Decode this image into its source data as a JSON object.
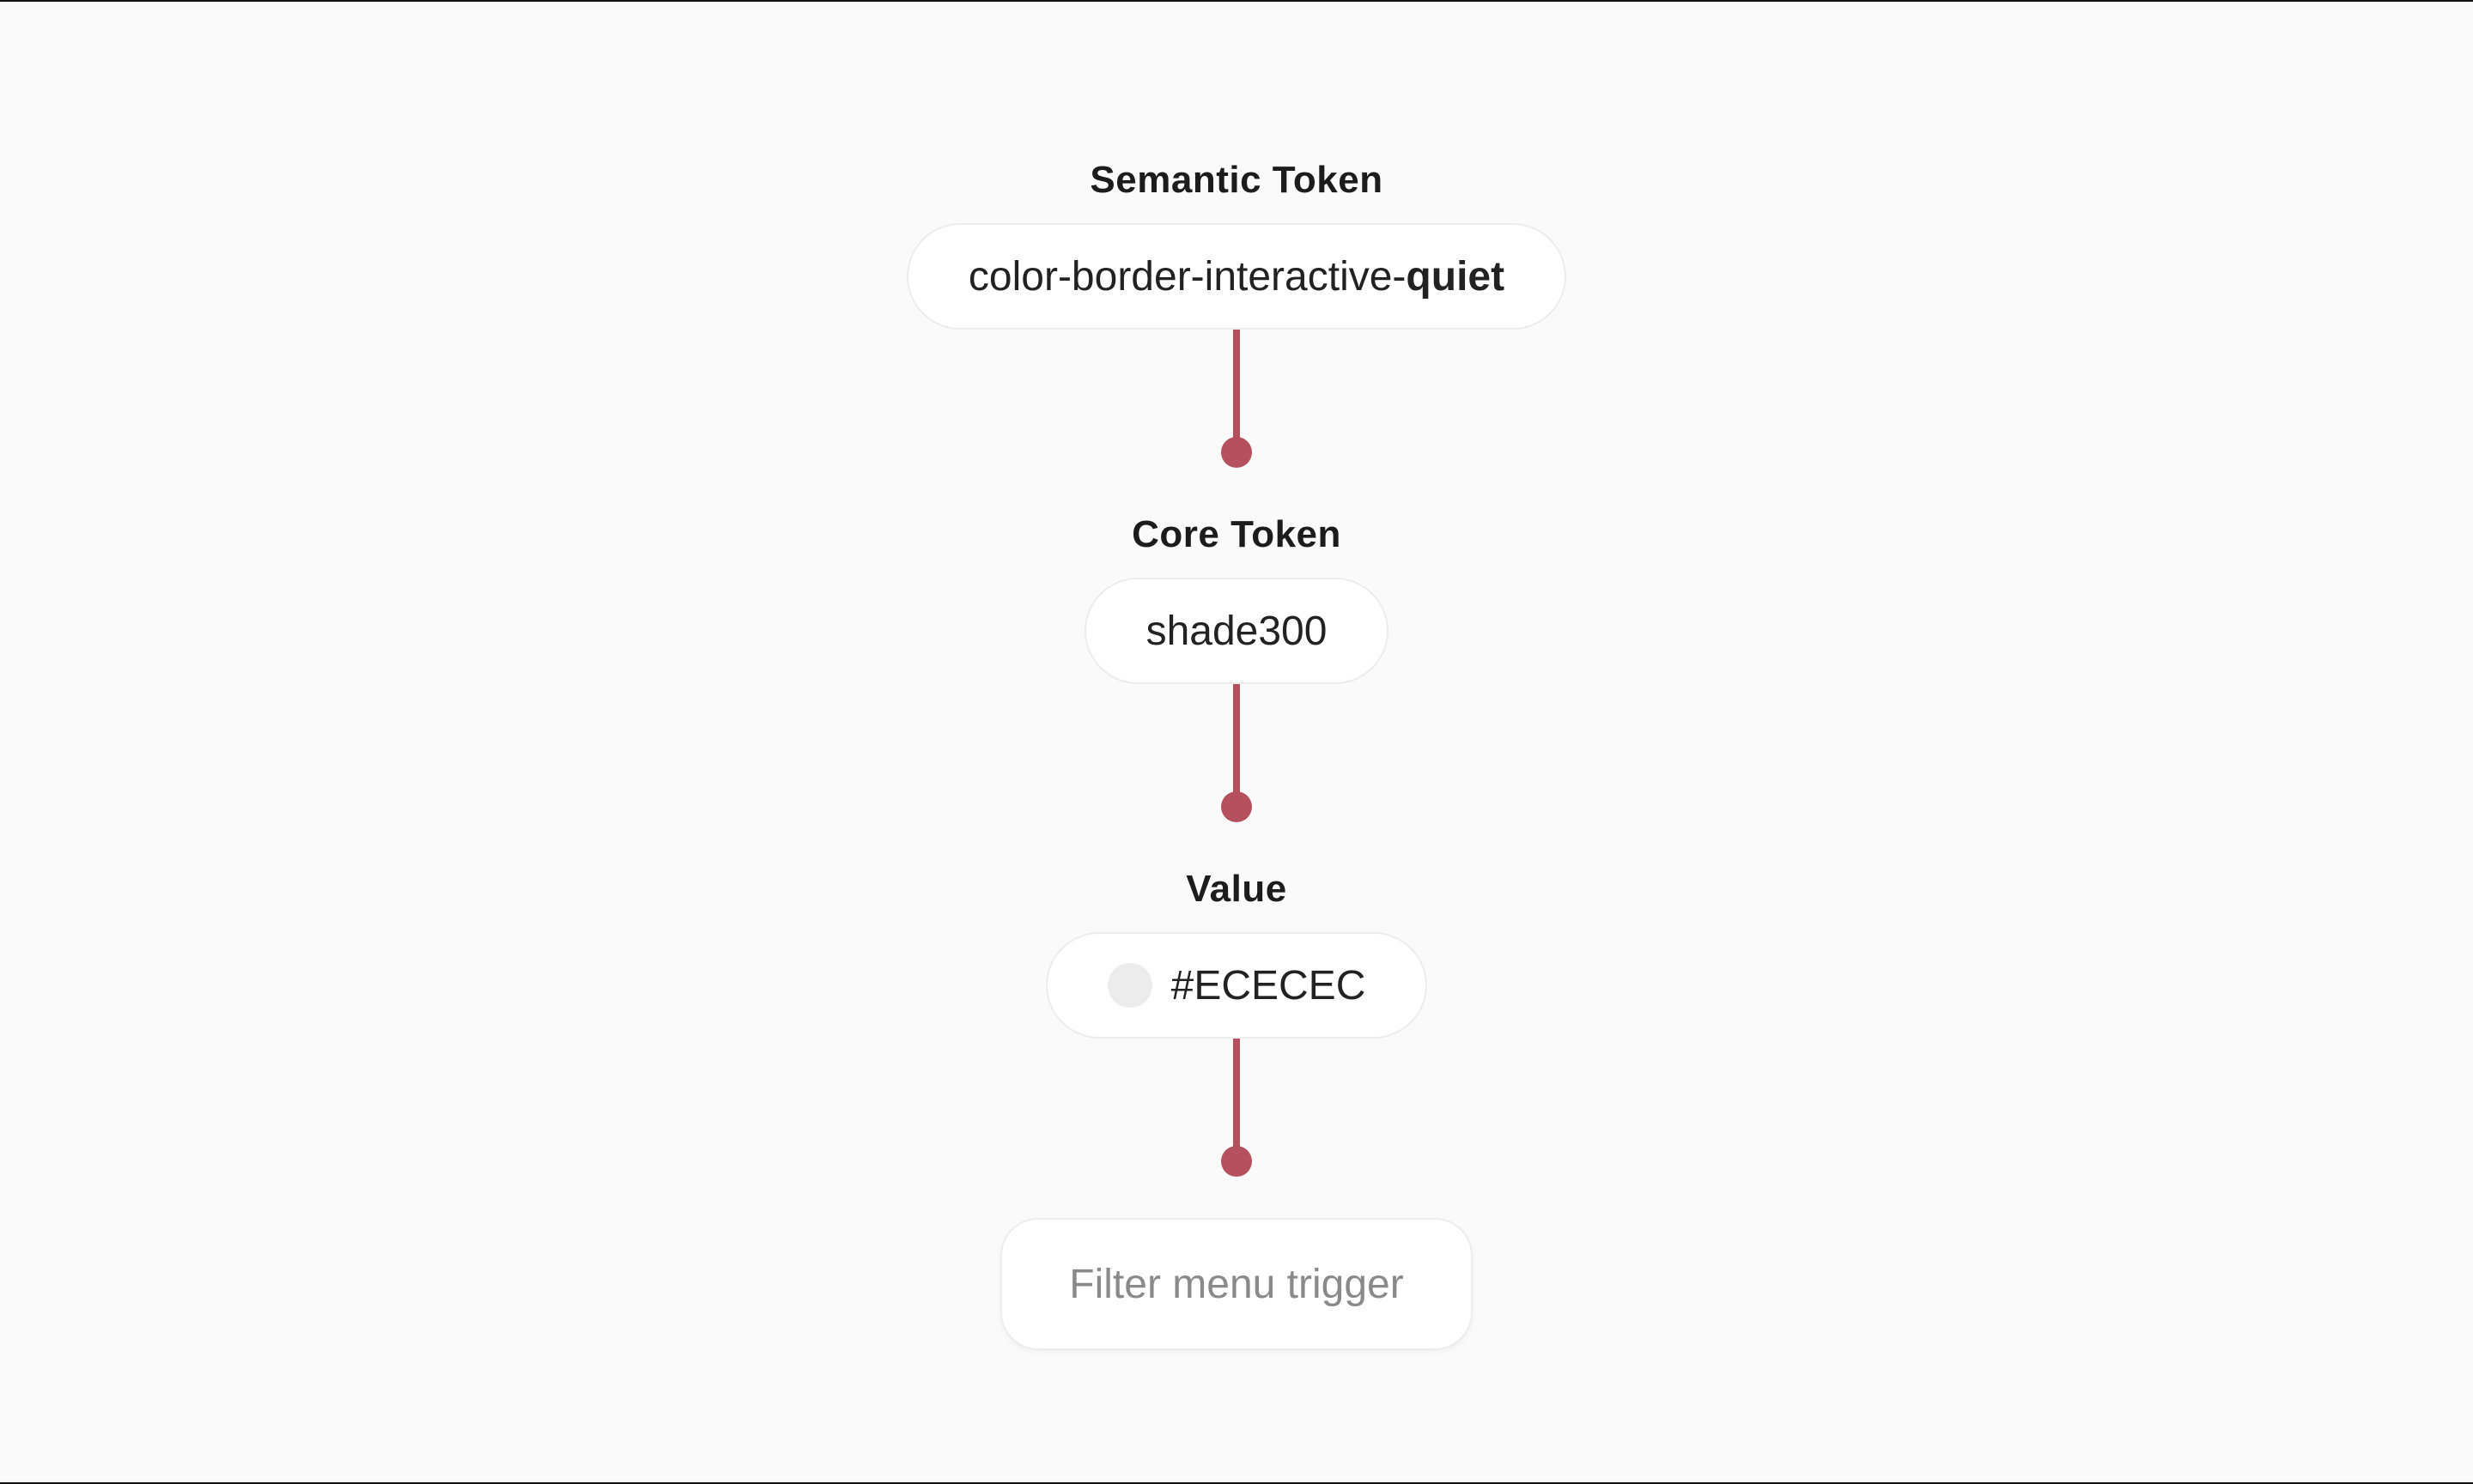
{
  "colors": {
    "background": "#FAFAFA",
    "connector_accent": "#B5515F",
    "pill_border": "#ECECEC",
    "text_primary": "#1C1C1C",
    "text_muted": "#8A8A8A",
    "edge_line": "#111111",
    "value_swatch": "#ECECEC"
  },
  "diagram": {
    "nodes": [
      {
        "heading": "Semantic Token",
        "value_prefix": "color-border-interactive-",
        "value_emphasis": "quiet"
      },
      {
        "heading": "Core Token",
        "value": "shade300"
      },
      {
        "heading": "Value",
        "value": "#ECECEC",
        "swatch_color": "#ECECEC"
      }
    ],
    "trigger_label": "Filter menu trigger"
  }
}
